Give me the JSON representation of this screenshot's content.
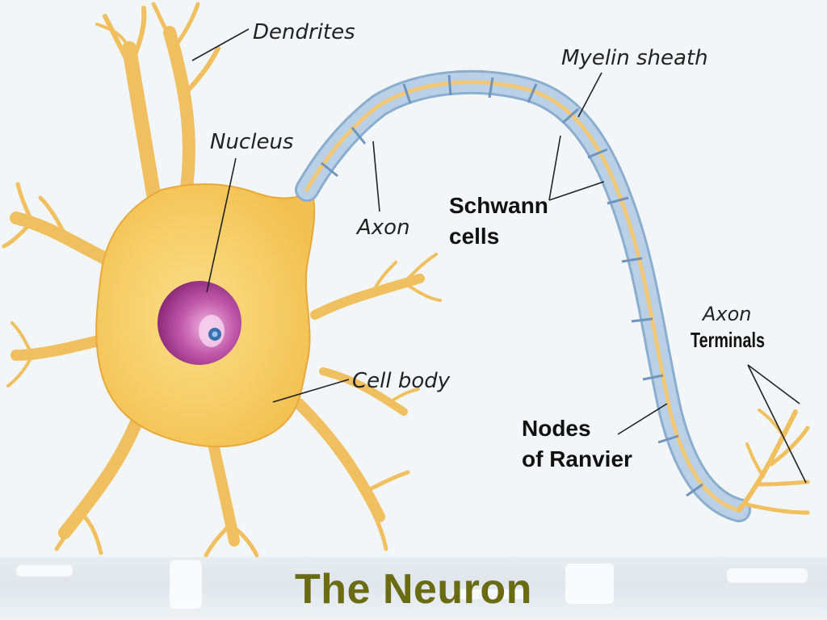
{
  "diagram": {
    "labels": {
      "dendrites": "Dendrites",
      "nucleus": "Nucleus",
      "myelin_sheath": "Myelin sheath",
      "axon": "Axon",
      "schwann_line1": "Schwann",
      "schwann_line2": "cells",
      "cell_body": "Cell body",
      "axon_terminals_line1": "Axon",
      "axon_terminals_line2": "Terminals",
      "nodes_line1": "Nodes",
      "nodes_line2": "of Ranvier"
    },
    "colors": {
      "cell_body": "#f5c85a",
      "cell_outline": "#e8a93a",
      "nucleus": "#b0449a",
      "myelin": "#a9c3dc",
      "axon_core": "#f0c878"
    }
  },
  "slide": {
    "title": "The Neuron"
  }
}
